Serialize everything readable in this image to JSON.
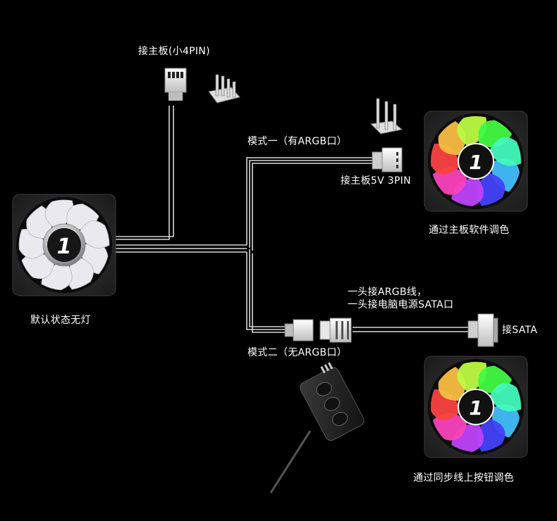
{
  "labels": {
    "mb_4pin": "接主板(小4PIN)",
    "mode1": "模式一（有ARGB口）",
    "mb_5v": "接主板5V 3PIN",
    "sw_control": "通过主板软件调色",
    "default_state": "默认状态无灯",
    "argb_line1": "一头接ARGB线，",
    "argb_line2": "一头接电脑电源SATA口",
    "sata": "接SATA",
    "mode2": "模式二（无ARGB口）",
    "sync_control": "通过同步线上按钮调色"
  },
  "fan_logo_text": "1",
  "colors": {
    "background": "#000000",
    "cable": "#d8d8d8",
    "frame": "#2a2a2a",
    "blade_white": "#e9e9ef"
  },
  "icons": {
    "fan": "fan-icon",
    "rgb_fan": "rgb-fan-icon",
    "connector_4pin": "4pin-connector-icon",
    "header_pins": "header-pins-icon",
    "connector_3pin": "3pin-connector-icon",
    "sata": "sata-connector-icon",
    "controller": "controller-box-icon"
  }
}
